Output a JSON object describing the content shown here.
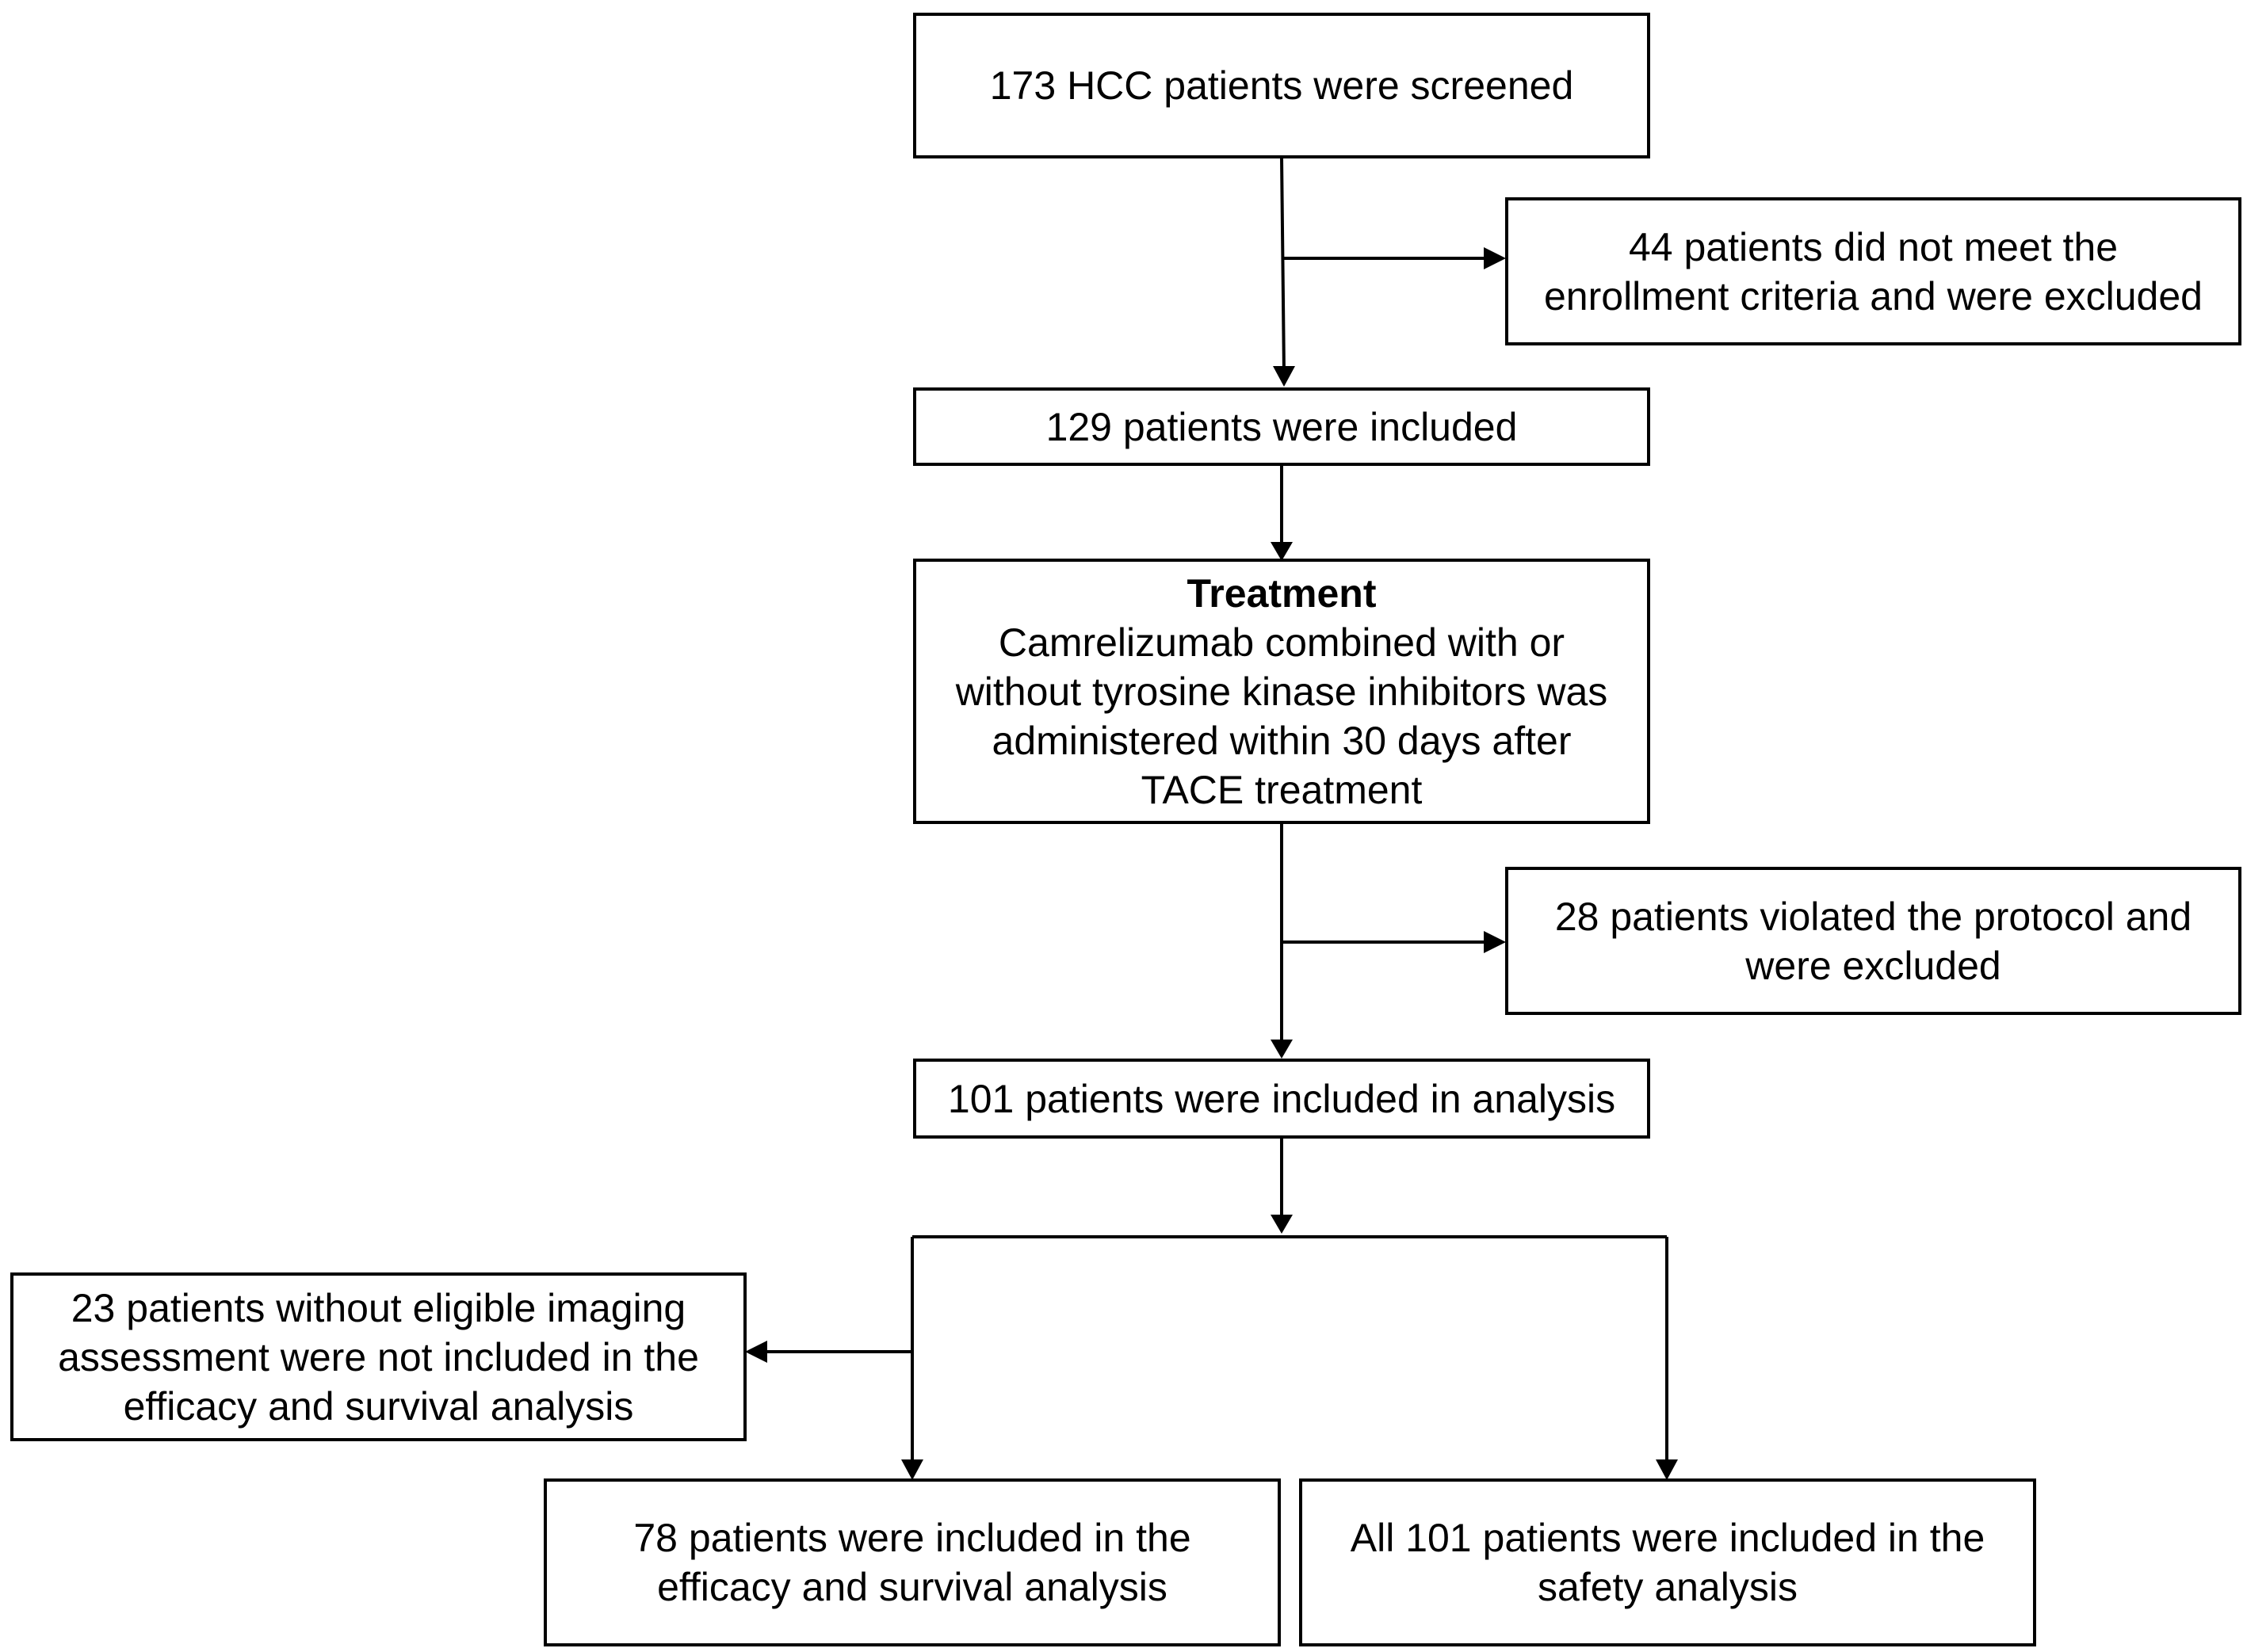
{
  "nodes": {
    "screened": [
      "173 HCC patients were screened"
    ],
    "excluded_criteria": [
      "44 patients did not meet the",
      "enrollment criteria and were excluded"
    ],
    "included": [
      "129 patients were included"
    ],
    "treatment_title": "Treatment",
    "treatment": [
      "Camrelizumab combined with or",
      "without tyrosine kinase inhibitors was",
      "administered within 30 days after",
      "TACE treatment"
    ],
    "excluded_protocol": [
      "28 patients violated the protocol and",
      "were excluded"
    ],
    "analysis": [
      "101 patients were included in analysis"
    ],
    "no_imaging": [
      "23 patients without eligible imaging",
      "assessment were not included in the",
      "efficacy and survival analysis"
    ],
    "efficacy": [
      "78 patients were included in the",
      "efficacy and survival analysis"
    ],
    "safety": [
      "All 101 patients were included in the",
      "safety analysis"
    ]
  },
  "colors": {
    "line": "#000000",
    "box_border": "#000000",
    "background": "#ffffff"
  }
}
